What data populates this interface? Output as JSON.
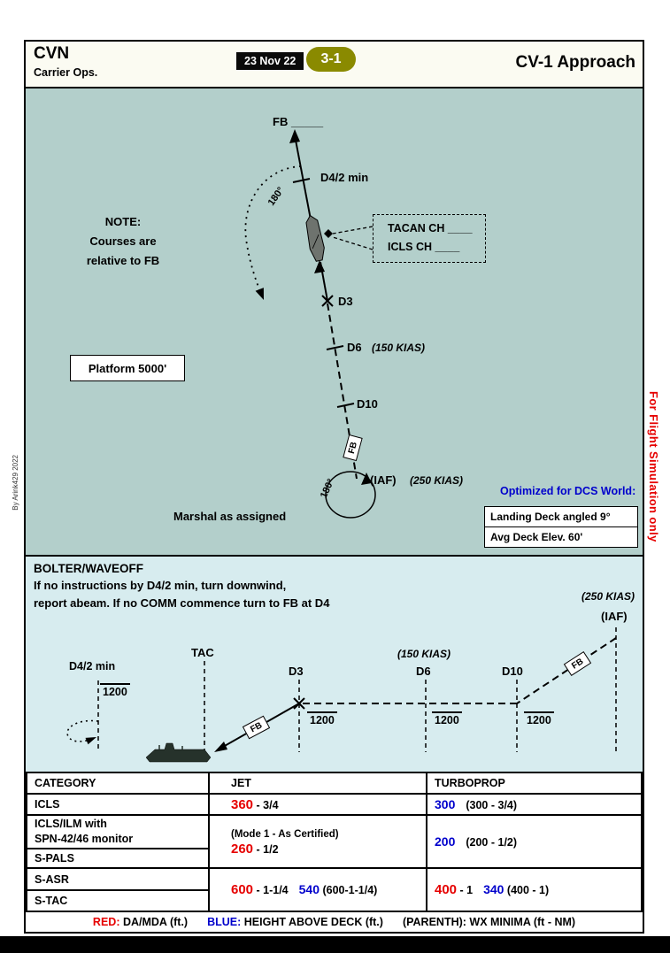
{
  "colors": {
    "red": "#e60000",
    "blue": "#0000cc",
    "plan_bg": "#b3cfcb",
    "profile_bg": "#d7ecef",
    "badge": "#8a8a00"
  },
  "header": {
    "code": "CVN",
    "ops": "Carrier Ops.",
    "date": "23 Nov 22",
    "page": "3-1",
    "title": "CV-1 Approach"
  },
  "margins": {
    "right_note": "For Flight Simulation only",
    "left_note": "By Arink429 2022"
  },
  "plan": {
    "fb_top": "FB _____",
    "d4": "D4/2 min",
    "turn_top": "180°",
    "note1": "NOTE:",
    "note2": "Courses are",
    "note3": "relative to FB",
    "tacan": "TACAN CH ____",
    "icls": "ICLS CH ____",
    "d3": "D3",
    "d6": "D6",
    "kias150": "(150 KIAS)",
    "platform": "Platform 5000'",
    "d10": "D10",
    "fb": "FB",
    "iaf": "(IAF)",
    "kias250": "(250 KIAS)",
    "turn_bottom": "180°",
    "marshal": "Marshal as assigned",
    "dcs": "Optimized for DCS World:",
    "deck1": "Landing Deck angled 9°",
    "deck2": "Avg Deck Elev. 60'"
  },
  "profile": {
    "title": "BOLTER/WAVEOFF",
    "line1": "If no instructions by D4/2 min, turn downwind,",
    "line2": "report abeam. If no COMM commence turn to FB at D4",
    "kias250": "(250 KIAS)",
    "iaf": "(IAF)",
    "d4": "D4/2 min",
    "tac": "TAC",
    "d3": "D3",
    "kias150": "(150 KIAS)",
    "d6": "D6",
    "d10": "D10",
    "alt_d4": "1200",
    "alt_d3": "1200",
    "alt_d6": "1200",
    "alt_d10": "1200",
    "fb1": "FB",
    "fb2": "FB"
  },
  "table": {
    "h_category": "CATEGORY",
    "h_jet": "JET",
    "h_turbo": "TURBOPROP",
    "r1_cat": "ICLS",
    "r1_jet_red": "360",
    "r1_jet_rest": " - 3/4",
    "r1_tp_blue": "300",
    "r1_tp_rest": "(300 - 3/4)",
    "r2_cat_l1": "ICLS/ILM with",
    "r2_cat_l2": "SPN-42/46 monitor",
    "r2_jet_note": "(Mode 1 - As Certified)",
    "r2_jet_red": "260",
    "r2_jet_rest": " - 1/2",
    "r2_tp_blue": "200",
    "r2_tp_rest": "(200 - 1/2)",
    "r3_cat": "S-PALS",
    "r4_cat": "S-ASR",
    "r4_jet_red": "600",
    "r4_jet_rest": " - 1-1/4",
    "r4_jet_blue": "540",
    "r4_jet_blue_rest": " (600-1-1/4)",
    "r4_tp_red": "400",
    "r4_tp_rest": " - 1",
    "r4_tp_blue": "340",
    "r4_tp_blue_rest": " (400 - 1)",
    "r5_cat": "S-TAC"
  },
  "legend": {
    "red_key": "RED:",
    "red_text": " DA/MDA (ft.)",
    "blue_key": "BLUE:",
    "blue_text": " HEIGHT ABOVE DECK (ft.)",
    "par_key": "(PARENTH):",
    "par_text": " WX MINIMA (ft - NM)"
  }
}
